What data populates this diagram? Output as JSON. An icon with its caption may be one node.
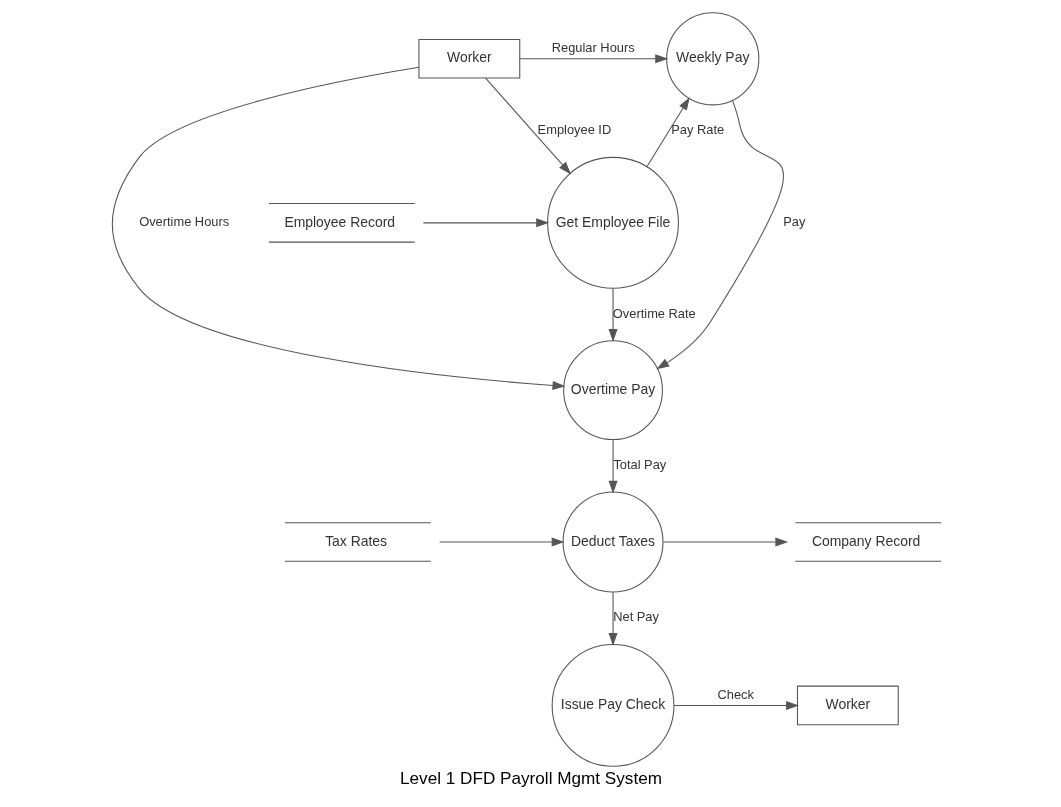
{
  "diagram": {
    "caption": "Level 1 DFD Payroll Mgmt System",
    "nodes": [
      {
        "text": [
          "Worker"
        ]
      },
      {
        "text": [
          "Get Employee File"
        ]
      },
      {
        "text": [
          "Employee Record"
        ]
      },
      {
        "text": [
          "Weekly Pay"
        ]
      },
      {
        "text": [
          "Overtime Pay"
        ]
      },
      {
        "text": [
          "Tax Rates"
        ]
      },
      {
        "text": [
          "Deduct Taxes"
        ]
      },
      {
        "text": [
          "Company Record"
        ]
      },
      {
        "text": [
          "Issue Pay Check"
        ]
      },
      {
        "text": [
          "Worker"
        ]
      }
    ],
    "edges": [
      {
        "from": 2,
        "to": 1,
        "arrow": "to"
      },
      {
        "from": 0,
        "to": 1,
        "label": "Employee ID",
        "arrow": "to"
      },
      {
        "from": 1,
        "to": 3,
        "label": "Pay Rate",
        "arrow": "to"
      },
      {
        "from": 0,
        "to": 3,
        "label": "Regular Hours",
        "arrow": "to"
      },
      {
        "from": 1,
        "to": 4,
        "label": "Overtime Rate",
        "arrow": "to"
      },
      {
        "from": 3,
        "to": 4,
        "label": "Pay",
        "arrow": "to"
      },
      {
        "from": 0,
        "to": 4,
        "label": "Overtime Hours",
        "arrow": "to"
      },
      {
        "from": 4,
        "to": 6,
        "label": "Total Pay",
        "arrow": "to"
      },
      {
        "from": 5,
        "to": 6,
        "arrow": "to"
      },
      {
        "from": 6,
        "to": 7,
        "arrow": "to"
      },
      {
        "from": 6,
        "to": 8,
        "label": "Net Pay",
        "arrow": "to"
      },
      {
        "from": 8,
        "to": 9,
        "label": "Check",
        "arrow": "to"
      }
    ]
  }
}
